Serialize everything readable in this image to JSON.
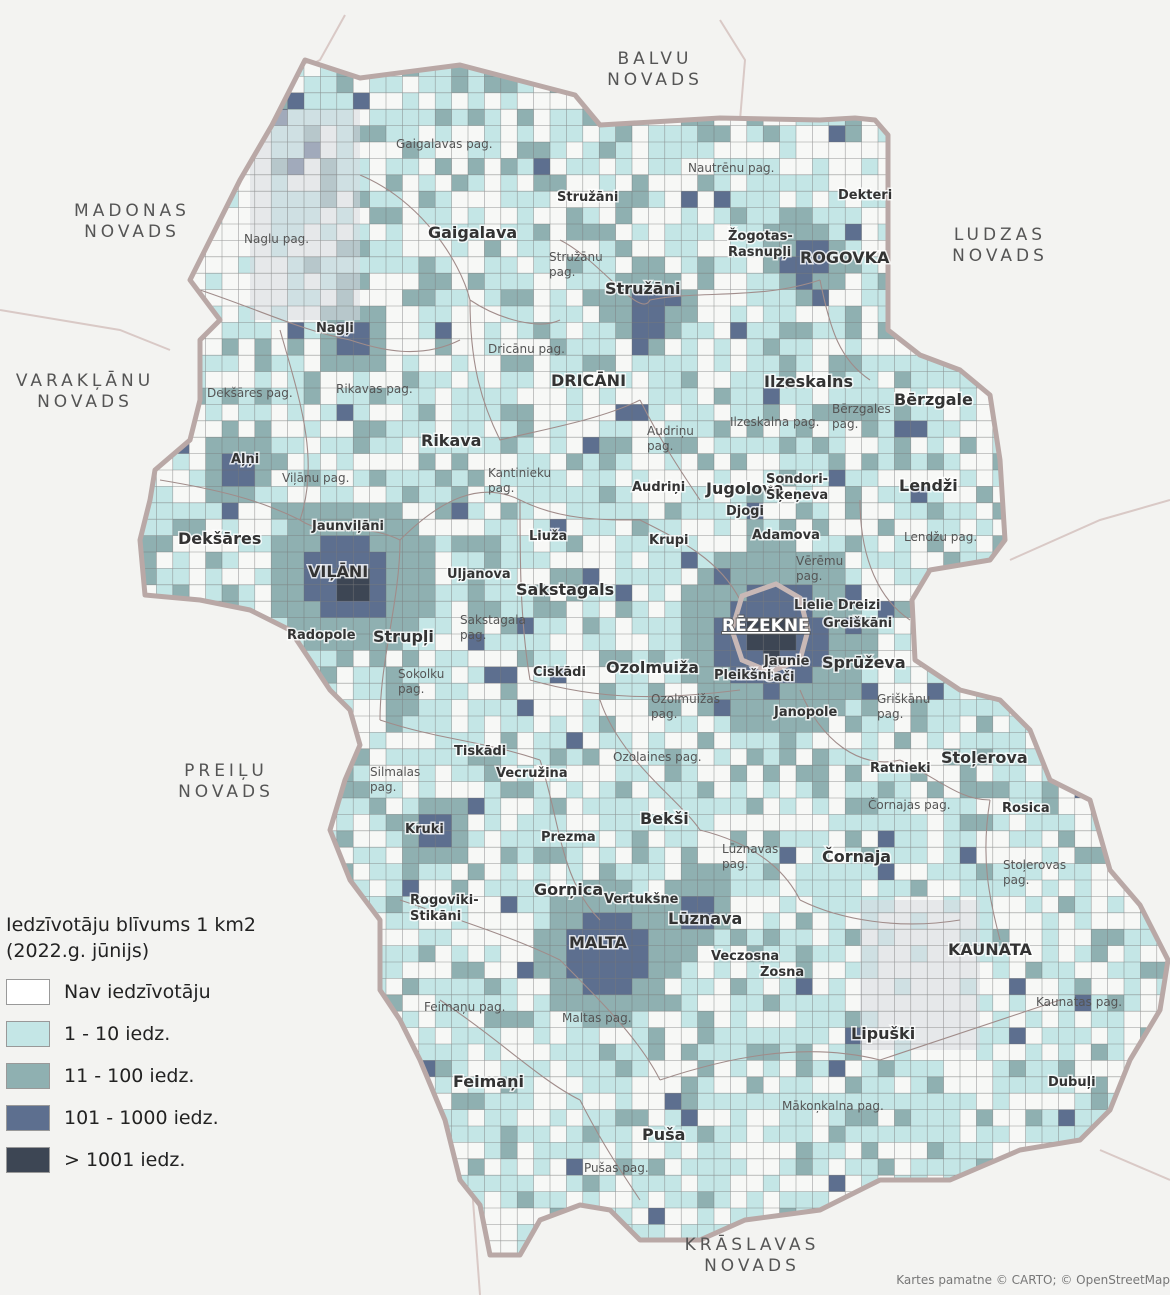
{
  "legend": {
    "title_line1": "Iedzīvotāju blīvums 1 km2",
    "title_line2": "(2022.g. jūnijs)",
    "classes": [
      {
        "label": "Nav iedzīvotāju",
        "color": "#ffffff"
      },
      {
        "label": "1 - 10 iedz.",
        "color": "#c4e6e6"
      },
      {
        "label": "11 - 100 iedz.",
        "color": "#8fb0b1"
      },
      {
        "label": "101 - 1000 iedz.",
        "color": "#5d6f8f"
      },
      {
        "label": "> 1001 iedz.",
        "color": "#3d4654"
      }
    ]
  },
  "colors": {
    "background": "#f3f3f1",
    "boundary": "#b9a8a6",
    "grid": "#6f6f6f",
    "text": "#333333"
  },
  "neighbors": [
    {
      "lines": [
        "BALVU",
        "NOVADS"
      ]
    },
    {
      "lines": [
        "MADONAS",
        "NOVADS"
      ]
    },
    {
      "lines": [
        "LUDZAS",
        "NOVADS"
      ]
    },
    {
      "lines": [
        "VARAKĻĀNU",
        "NOVADS"
      ]
    },
    {
      "lines": [
        "PREIĻU",
        "NOVADS"
      ]
    },
    {
      "lines": [
        "KRĀSLAVAS",
        "NOVADS"
      ]
    }
  ],
  "parishes": [
    {
      "lines": [
        "Gaigalavas pag."
      ]
    },
    {
      "lines": [
        "Nautrēnu pag."
      ]
    },
    {
      "lines": [
        "Naglu pag."
      ]
    },
    {
      "lines": [
        "Stružānu",
        "pag."
      ]
    },
    {
      "lines": [
        "Dricānu pag."
      ]
    },
    {
      "lines": [
        "Dekšāres pag."
      ]
    },
    {
      "lines": [
        "Rikavas pag."
      ]
    },
    {
      "lines": [
        "Bērzgales",
        "pag."
      ]
    },
    {
      "lines": [
        "Ilzeskalna pag."
      ]
    },
    {
      "lines": [
        "Audriņu",
        "pag."
      ]
    },
    {
      "lines": [
        "Kantinieku",
        "pag."
      ]
    },
    {
      "lines": [
        "Viļānu pag."
      ]
    },
    {
      "lines": [
        "Lendžu pag."
      ]
    },
    {
      "lines": [
        "Vērēmu",
        "pag."
      ]
    },
    {
      "lines": [
        "Sakstagala",
        "pag."
      ]
    },
    {
      "lines": [
        "Sokolku",
        "pag."
      ]
    },
    {
      "lines": [
        "Ozolmuižas",
        "pag."
      ]
    },
    {
      "lines": [
        "Griškānu",
        "pag."
      ]
    },
    {
      "lines": [
        "Ozolaines pag."
      ]
    },
    {
      "lines": [
        "Silmalas",
        "pag."
      ]
    },
    {
      "lines": [
        "Čornajas pag."
      ]
    },
    {
      "lines": [
        "Lūznavas",
        "pag."
      ]
    },
    {
      "lines": [
        "Stoļerovas",
        "pag."
      ]
    },
    {
      "lines": [
        "Feimaņu pag."
      ]
    },
    {
      "lines": [
        "Maltas pag."
      ]
    },
    {
      "lines": [
        "Kaunatas pag."
      ]
    },
    {
      "lines": [
        "Mākoņkalna pag."
      ]
    },
    {
      "lines": [
        "Pušas pag."
      ]
    }
  ],
  "places": [
    {
      "lines": [
        "Stružāni"
      ]
    },
    {
      "lines": [
        "Dekteri"
      ]
    },
    {
      "lines": [
        "Gaigalava"
      ]
    },
    {
      "lines": [
        "Žogotas-",
        "Rasnupļi"
      ]
    },
    {
      "lines": [
        "ROGOVKA"
      ]
    },
    {
      "lines": [
        "Stružāni"
      ]
    },
    {
      "lines": [
        "Nagļi"
      ]
    },
    {
      "lines": [
        "DRICĀNI"
      ]
    },
    {
      "lines": [
        "Ilzeskalns"
      ]
    },
    {
      "lines": [
        "Bērzgale"
      ]
    },
    {
      "lines": [
        "Rikava"
      ]
    },
    {
      "lines": [
        "Aļņi"
      ]
    },
    {
      "lines": [
        "Audriņi"
      ]
    },
    {
      "lines": [
        "Jugolova"
      ]
    },
    {
      "lines": [
        "Sondori-",
        "Šķeņeva"
      ]
    },
    {
      "lines": [
        "Djogi"
      ]
    },
    {
      "lines": [
        "Lendži"
      ]
    },
    {
      "lines": [
        "Dekšāres"
      ]
    },
    {
      "lines": [
        "Jaunviļāni"
      ]
    },
    {
      "lines": [
        "Liužа"
      ]
    },
    {
      "lines": [
        "Krupi"
      ]
    },
    {
      "lines": [
        "Adamova"
      ]
    },
    {
      "lines": [
        "VIĻĀNI"
      ]
    },
    {
      "lines": [
        "Uļjanova"
      ]
    },
    {
      "lines": [
        "Sakstagals"
      ]
    },
    {
      "lines": [
        "Lielie Dreizi"
      ]
    },
    {
      "lines": [
        "RĒZEKNE"
      ]
    },
    {
      "lines": [
        "Greiškāni"
      ]
    },
    {
      "lines": [
        "Radopole"
      ]
    },
    {
      "lines": [
        "Strupļi"
      ]
    },
    {
      "lines": [
        "Ciskādi"
      ]
    },
    {
      "lines": [
        "Ozolmuiža"
      ]
    },
    {
      "lines": [
        "Jaunie",
        "Čači"
      ]
    },
    {
      "lines": [
        "Pleikšni"
      ]
    },
    {
      "lines": [
        "Sprūževa"
      ]
    },
    {
      "lines": [
        "Janopole"
      ]
    },
    {
      "lines": [
        "Tiskādi"
      ]
    },
    {
      "lines": [
        "Vecružina"
      ]
    },
    {
      "lines": [
        "Ratnieki"
      ]
    },
    {
      "lines": [
        "Stoļerova"
      ]
    },
    {
      "lines": [
        "Rosica"
      ]
    },
    {
      "lines": [
        "Kruki"
      ]
    },
    {
      "lines": [
        "Prezma"
      ]
    },
    {
      "lines": [
        "Bekši"
      ]
    },
    {
      "lines": [
        "Čornaja"
      ]
    },
    {
      "lines": [
        "Gorņica"
      ]
    },
    {
      "lines": [
        "Vertukšne"
      ]
    },
    {
      "lines": [
        "Rogoviki-",
        "Stikāni"
      ]
    },
    {
      "lines": [
        "Lūznava"
      ]
    },
    {
      "lines": [
        "MALTA"
      ]
    },
    {
      "lines": [
        "KAUNATA"
      ]
    },
    {
      "lines": [
        "Veczosna"
      ]
    },
    {
      "lines": [
        "Zosna"
      ]
    },
    {
      "lines": [
        "Lipuški"
      ]
    },
    {
      "lines": [
        "Feimaņi"
      ]
    },
    {
      "lines": [
        "Dubuļi"
      ]
    },
    {
      "lines": [
        "Puša"
      ]
    }
  ],
  "attribution": "Kartes pamatne © CARTO; © OpenStreetMap"
}
